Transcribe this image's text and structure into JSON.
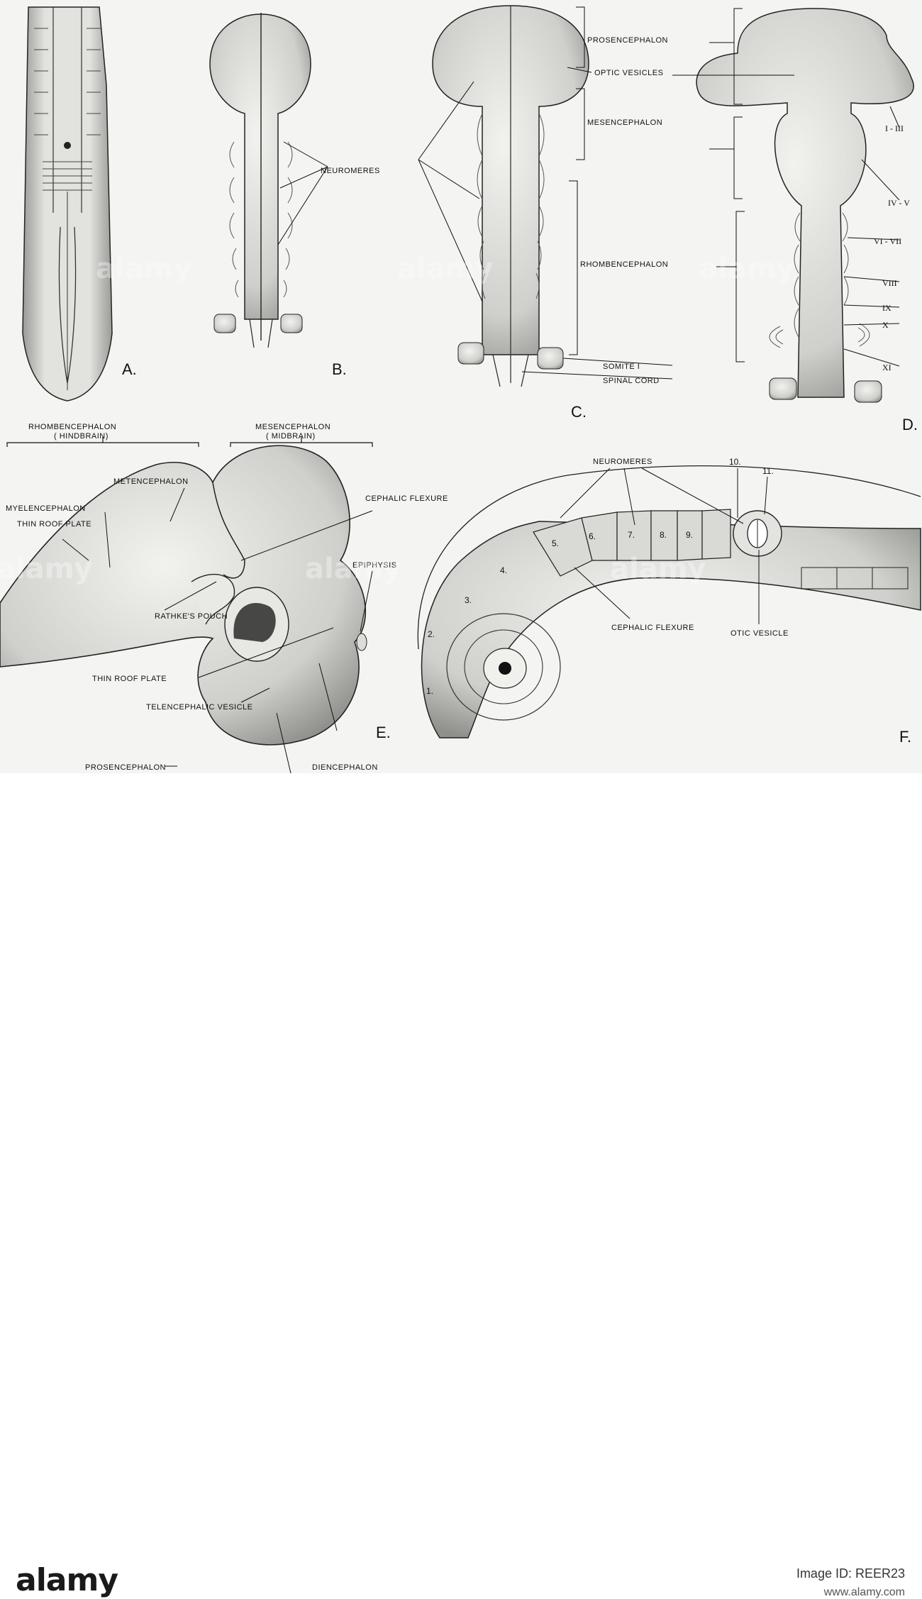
{
  "panels": {
    "a": "A.",
    "b": "B.",
    "c": "C.",
    "d": "D.",
    "e": "E.",
    "f": "F."
  },
  "labels_c": {
    "neuromeres": "NEUROMERES",
    "prosencephalon": "PROSENCEPHALON",
    "optic_vesicles": "OPTIC VESICLES",
    "mesencephalon": "MESENCEPHALON",
    "rhombencephalon": "RHOMBENCEPHALON",
    "somite": "SOMITE I",
    "spinal_cord": "SPINAL CORD"
  },
  "labels_d": [
    "I - III",
    "IV - V",
    "VI - VII",
    "VIII",
    "IX",
    "X",
    "XI"
  ],
  "labels_e": {
    "rhombencephalon": "RHOMBENCEPHALON",
    "hindbrain": "( HINDBRAIN)",
    "mesencephalon": "MESENCEPHALON",
    "midbrain": "( MIDBRAIN)",
    "metencephalon": "METENCEPHALON",
    "myelencephalon": "MYELENCEPHALON",
    "thin_roof_plate_top": "THIN ROOF PLATE",
    "cephalic_flexure": "CEPHALIC FLEXURE",
    "epiphysis": "EPIPHYSIS",
    "rathkes_pouch": "RATHKE'S POUCH",
    "thin_roof_plate": "THIN ROOF PLATE",
    "telencephalic_vesicle": "TELENCEPHALIC VESICLE",
    "prosencephalon": "PROSENCEPHALON",
    "diencephalon": "DIENCEPHALON"
  },
  "labels_f": {
    "neuromeres": "NEUROMERES",
    "numbers": [
      "1.",
      "2.",
      "3.",
      "4.",
      "5.",
      "6.",
      "7.",
      "8.",
      "9.",
      "10.",
      "11."
    ],
    "cephalic_flexure": "CEPHALIC FLEXURE",
    "otic_vesicle": "OTIC VESICLE"
  },
  "watermark": "alamy",
  "footer": {
    "logo": "alamy",
    "image_id": "Image ID: REER23",
    "url": "www.alamy.com"
  },
  "colors": {
    "ink": "#111111",
    "paper": "#f4f4f2",
    "stipple": "#8c8c8c"
  }
}
